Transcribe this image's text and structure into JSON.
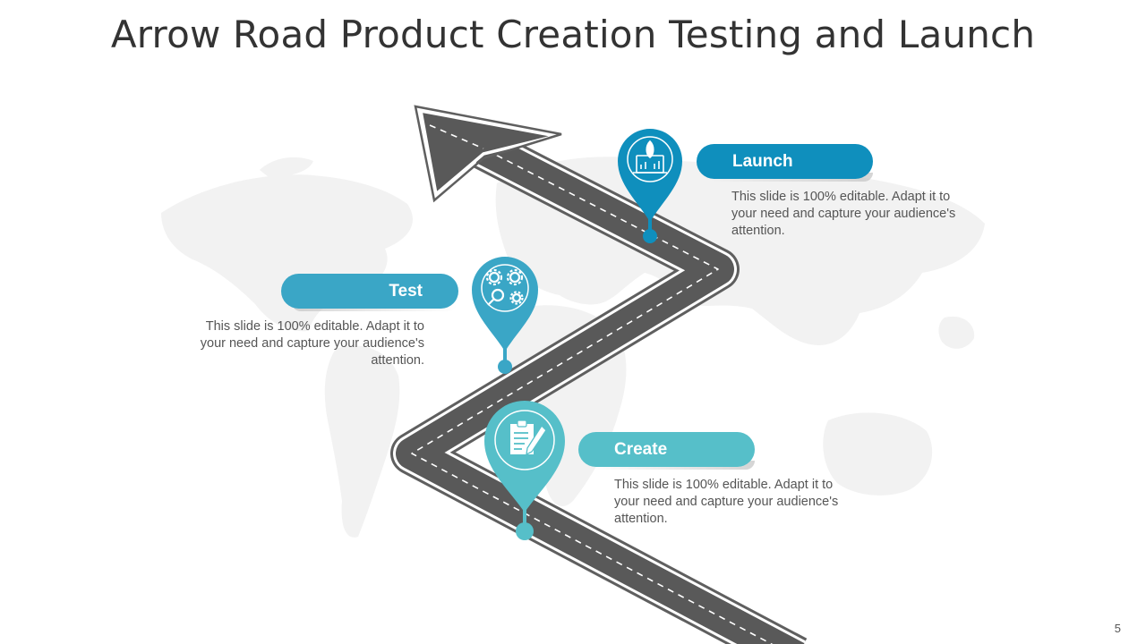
{
  "slide": {
    "title": "Arrow Road Product Creation Testing and Launch",
    "page_number": "5"
  },
  "colors": {
    "road": "#595959",
    "launch": "#0f8fbd",
    "test": "#3aa6c6",
    "create": "#56bfc9",
    "map": "#f2f2f2"
  },
  "stages": [
    {
      "id": "launch",
      "label": "Launch",
      "icon": "rocket-dashboard-icon",
      "description": "This slide is 100% editable. Adapt it to your need and capture your audience's attention."
    },
    {
      "id": "test",
      "label": "Test",
      "icon": "gears-magnifier-icon",
      "description": "This slide is 100% editable. Adapt it to your need and capture your audience's attention."
    },
    {
      "id": "create",
      "label": "Create",
      "icon": "document-pencil-icon",
      "description": "This slide is 100% editable. Adapt it to your need and capture your audience's attention."
    }
  ]
}
